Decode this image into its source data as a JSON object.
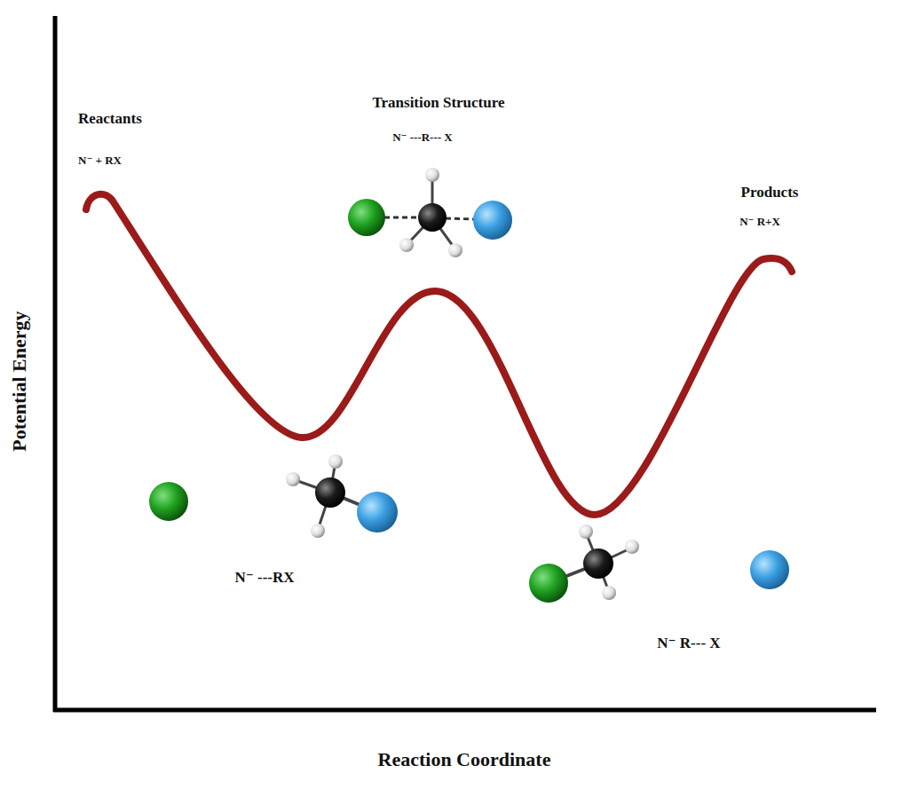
{
  "diagram": {
    "labels": [
      "Reactants",
      "N⁻ + RX",
      "Transition Structure",
      "N⁻ ---R--- X",
      "Products",
      "N⁻ R+X",
      "N⁻ ---RX",
      "N⁻ R--- X",
      "Potential Energy",
      "Reaction Coordinate"
    ]
  }
}
